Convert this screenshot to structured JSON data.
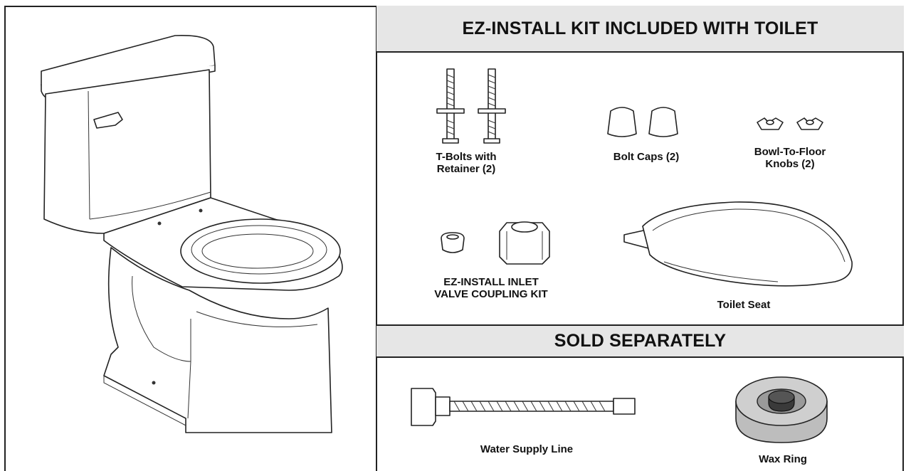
{
  "headers": {
    "included": "EZ-INSTALL KIT INCLUDED WITH TOILET",
    "sold_separately": "SOLD SEPARATELY"
  },
  "parts": {
    "t_bolts": "T-Bolts with\nRetainer (2)",
    "bolt_caps": "Bolt Caps (2)",
    "floor_knobs": "Bowl-To-Floor\nKnobs (2)",
    "inlet_kit": "EZ-INSTALL INLET\nVALVE COUPLING KIT",
    "toilet_seat": "Toilet Seat",
    "water_supply": "Water Supply Line",
    "wax_ring": "Wax Ring"
  }
}
